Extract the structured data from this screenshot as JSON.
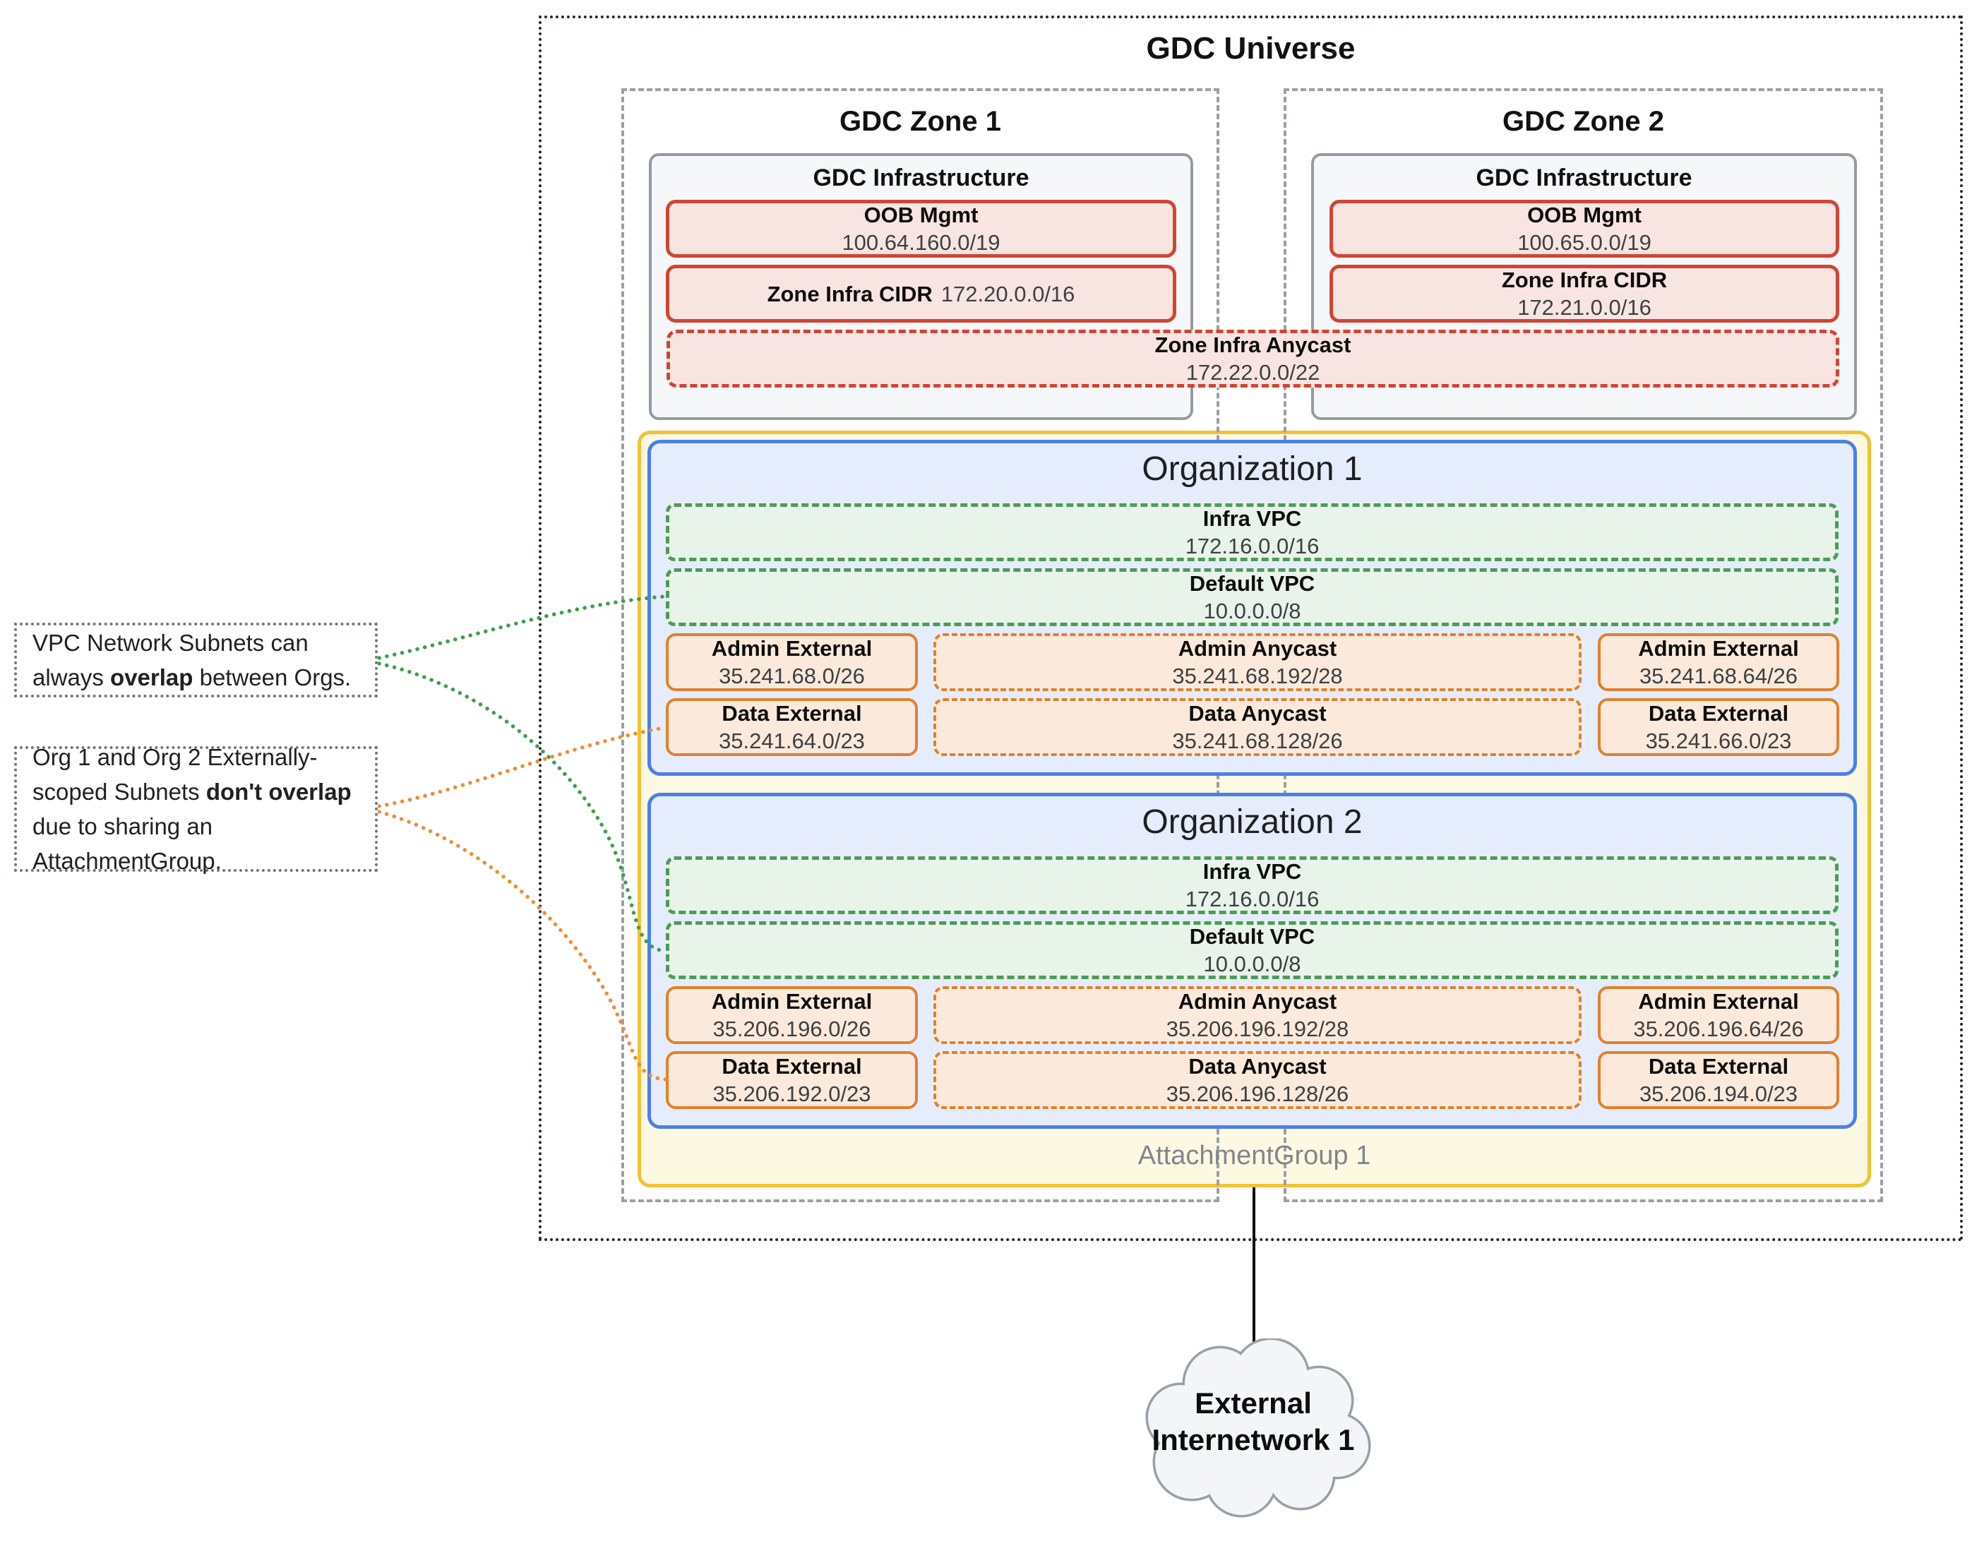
{
  "universe": {
    "title": "GDC Universe"
  },
  "zones": [
    {
      "title": "GDC Zone 1",
      "infrastructure_title": "GDC Infrastructure",
      "oob_mgmt": {
        "label": "OOB Mgmt",
        "cidr": "100.64.160.0/19"
      },
      "zone_infra_cidr": {
        "label": "Zone Infra CIDR",
        "cidr": "172.20.0.0/16"
      }
    },
    {
      "title": "GDC Zone 2",
      "infrastructure_title": "GDC Infrastructure",
      "oob_mgmt": {
        "label": "OOB Mgmt",
        "cidr": "100.65.0.0/19"
      },
      "zone_infra_cidr": {
        "label": "Zone Infra CIDR",
        "cidr": "172.21.0.0/16"
      }
    }
  ],
  "zone_infra_anycast": {
    "label": "Zone Infra Anycast",
    "cidr": "172.22.0.0/22"
  },
  "attachment_group": {
    "label": "AttachmentGroup 1"
  },
  "organizations": [
    {
      "title": "Organization 1",
      "infra_vpc": {
        "label": "Infra VPC",
        "cidr": "172.16.0.0/16"
      },
      "default_vpc": {
        "label": "Default VPC",
        "cidr": "10.0.0.0/8"
      },
      "admin_external_zone1": {
        "label": "Admin External",
        "cidr": "35.241.68.0/26"
      },
      "admin_anycast": {
        "label": "Admin Anycast",
        "cidr": "35.241.68.192/28"
      },
      "admin_external_zone2": {
        "label": "Admin External",
        "cidr": "35.241.68.64/26"
      },
      "data_external_zone1": {
        "label": "Data External",
        "cidr": "35.241.64.0/23"
      },
      "data_anycast": {
        "label": "Data Anycast",
        "cidr": "35.241.68.128/26"
      },
      "data_external_zone2": {
        "label": "Data External",
        "cidr": "35.241.66.0/23"
      }
    },
    {
      "title": "Organization 2",
      "infra_vpc": {
        "label": "Infra VPC",
        "cidr": "172.16.0.0/16"
      },
      "default_vpc": {
        "label": "Default VPC",
        "cidr": "10.0.0.0/8"
      },
      "admin_external_zone1": {
        "label": "Admin External",
        "cidr": "35.206.196.0/26"
      },
      "admin_anycast": {
        "label": "Admin Anycast",
        "cidr": "35.206.196.192/28"
      },
      "admin_external_zone2": {
        "label": "Admin External",
        "cidr": "35.206.196.64/26"
      },
      "data_external_zone1": {
        "label": "Data External",
        "cidr": "35.206.192.0/23"
      },
      "data_anycast": {
        "label": "Data Anycast",
        "cidr": "35.206.196.128/26"
      },
      "data_external_zone2": {
        "label": "Data External",
        "cidr": "35.206.194.0/23"
      }
    }
  ],
  "external_internetwork": {
    "label_line1": "External",
    "label_line2": "Internetwork 1"
  },
  "annotations": [
    {
      "text_before": "VPC Network Subnets can always ",
      "text_bold": "overlap",
      "text_after": " between Orgs."
    },
    {
      "text_before": "Org 1 and Org 2 Externally-scoped Subnets ",
      "text_bold": "don't overlap",
      "text_after": " due to sharing an AttachmentGroup."
    }
  ],
  "colors": {
    "red_border": "#cf4534",
    "red_fill": "#f8e5e2",
    "green_border": "#4d9b57",
    "green_fill": "#e8f3e9",
    "orange_border": "#e0812d",
    "orange_fill": "#fbeadb",
    "blue_border": "#4a80e8",
    "blue_fill": "#e5edfc",
    "yellow_border": "#f2c233",
    "yellow_fill": "#fdf8e2",
    "gray_border": "#959ba2",
    "gray_fill": "#f6f7f9",
    "connector_green": "#3f9e4e",
    "connector_orange": "#f08d33"
  }
}
